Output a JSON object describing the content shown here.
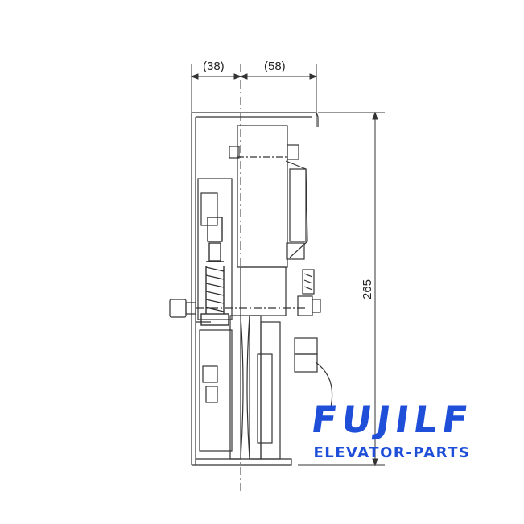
{
  "dimensions": {
    "left_width": "(38)",
    "right_width": "(58)",
    "height": "265"
  },
  "brand": {
    "name": "FUJILF",
    "subtitle": "ELEVATOR-PARTS",
    "color": "#1f4fd8"
  },
  "line_color": "#333333"
}
